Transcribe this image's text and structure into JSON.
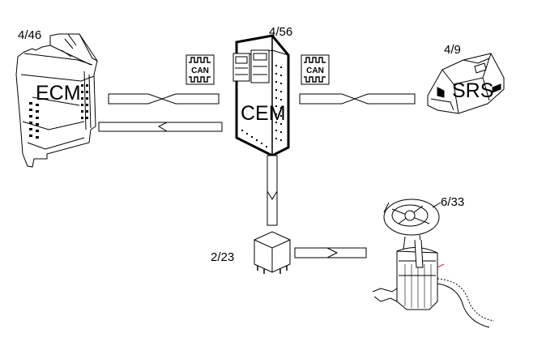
{
  "components": {
    "ecm": {
      "code": "4/46",
      "name": "ECM"
    },
    "cem": {
      "code": "4/56",
      "name": "CEM"
    },
    "srs": {
      "code": "4/9",
      "name": "SRS"
    },
    "relay": {
      "code": "2/23"
    },
    "fuel_pump": {
      "code": "6/33"
    }
  },
  "can_badges": {
    "label": "CAN"
  }
}
